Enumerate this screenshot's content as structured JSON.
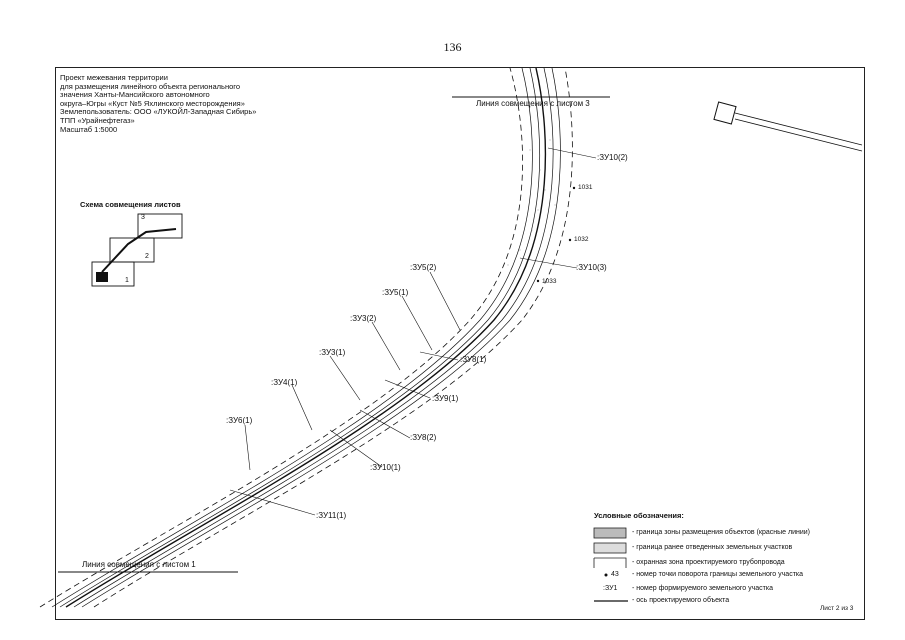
{
  "page_number": "136",
  "header": {
    "lines": [
      "Проект межевания территории",
      "для размещения линейного объекта регионального",
      "значения Ханты-Мансийского автономного",
      "округа–Югры «Куст №5 Яхлинского месторождения»",
      "Землепользователь: ООО «ЛУКОЙЛ-Западная Сибирь»",
      "ТПП «Урайнефтегаз»",
      "Масштаб 1:5000"
    ]
  },
  "scheme": {
    "title": "Схема совмещения листов",
    "sheets": [
      "1",
      "2",
      "3"
    ]
  },
  "match_lines": {
    "top": "Линия совмещения с листом 3",
    "bottom": "Линия совмещения с листом 1"
  },
  "parcels": {
    "zu10_2": ":ЗУ10(2)",
    "zu10_3": ":ЗУ10(3)",
    "zu5_2": ":ЗУ5(2)",
    "zu5_1": ":ЗУ5(1)",
    "zu3_2": ":ЗУ3(2)",
    "zu3_1": ":ЗУ3(1)",
    "zu8_1": ":ЗУ8(1)",
    "zu4_1": ":ЗУ4(1)",
    "zu9_1": ":ЗУ9(1)",
    "zu6_1": ":ЗУ6(1)",
    "zu8_2": ":ЗУ8(2)",
    "zu10_1": ":ЗУ10(1)",
    "zu11_1": ":ЗУ11(1)"
  },
  "points": {
    "p1031": "1031",
    "p1032": "1032",
    "p1033": "1033"
  },
  "legend": {
    "title": "Условные обозначения:",
    "items": [
      "- граница зоны размещения объектов (красные линии)",
      "- граница ранее отведенных земельных участков",
      "- охранная зона проектируемого трубопровода",
      "- номер точки поворота границы земельного участка",
      "- номер формируемого земельного участка",
      "- ось проектируемого объекта"
    ],
    "point_sample": "43",
    "parcel_sample": ":ЗУ1"
  },
  "sheet_label": "Лист 2 из 3"
}
